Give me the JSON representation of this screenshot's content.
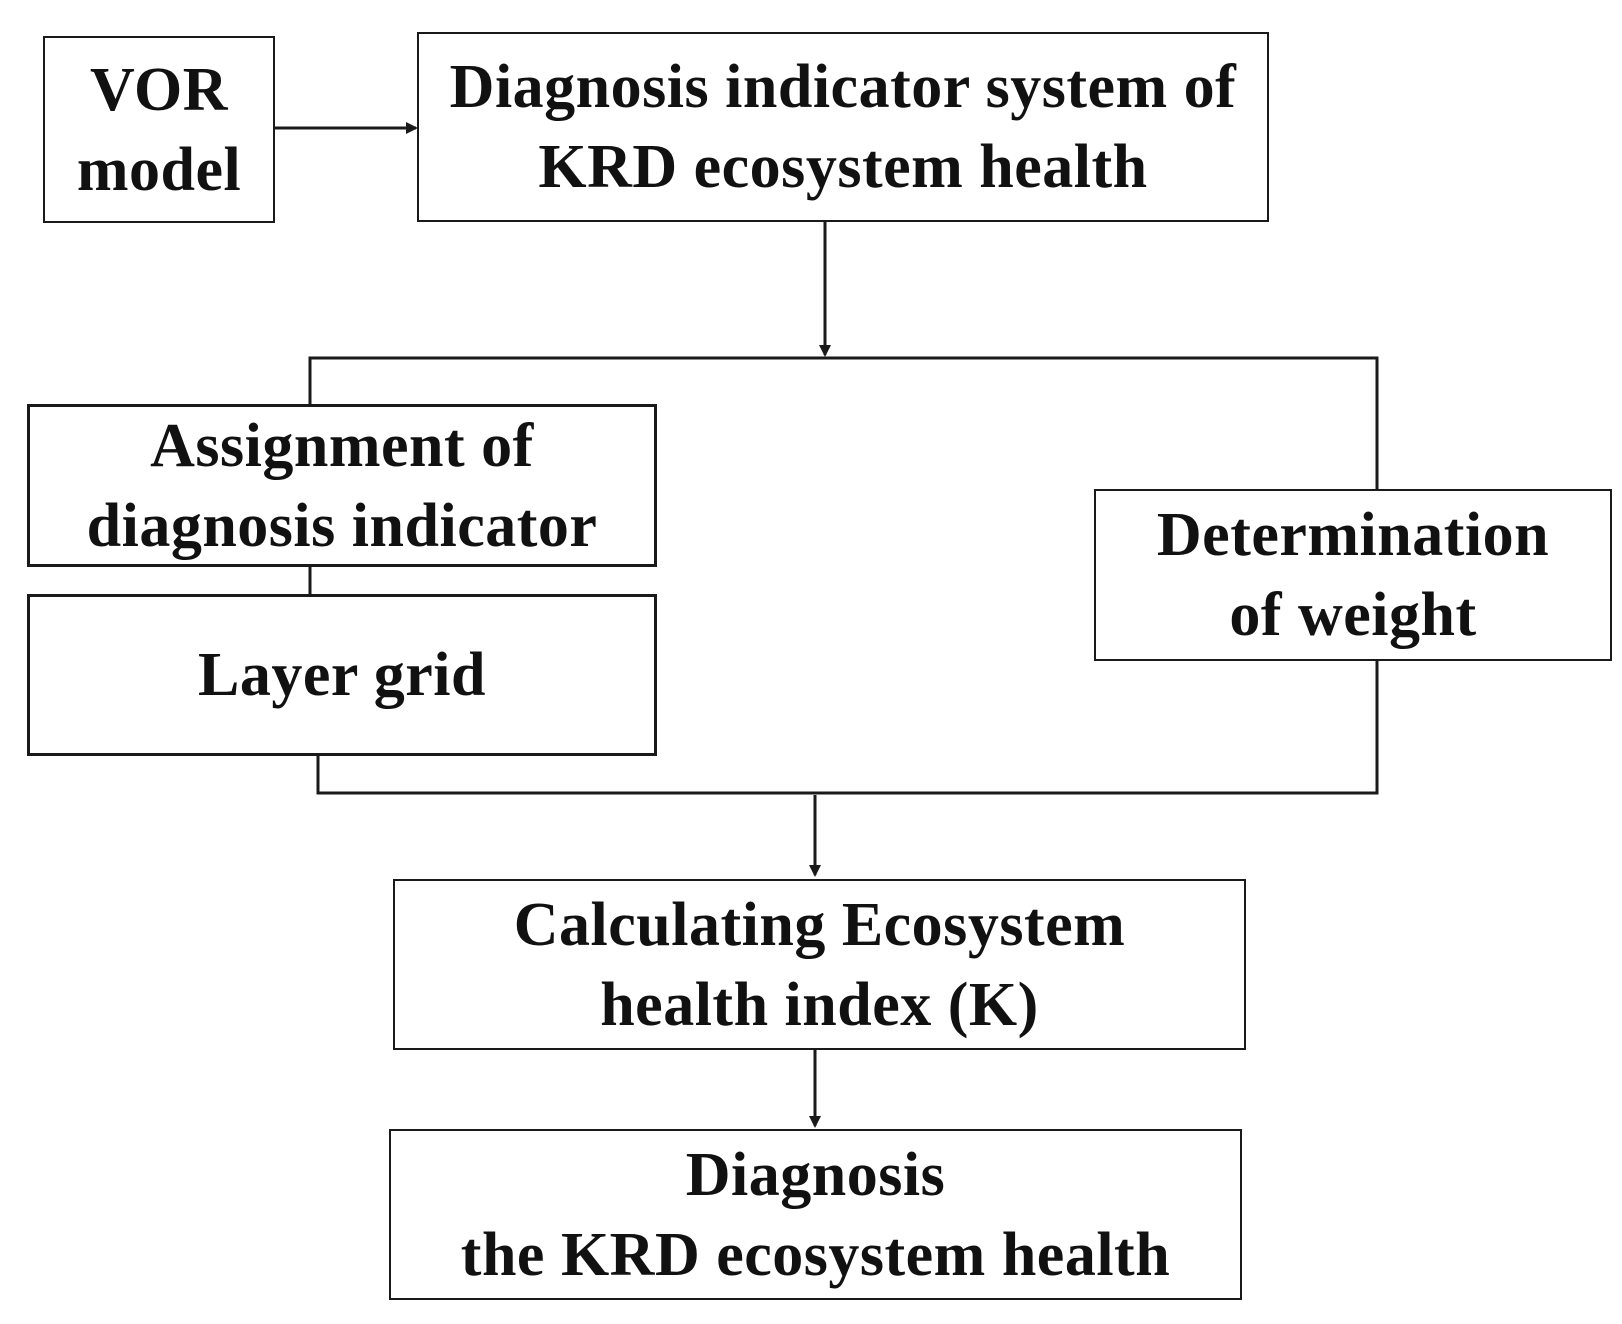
{
  "nodes": {
    "vor_model": {
      "line1": "VOR",
      "line2": "model"
    },
    "indicator_system": {
      "line1": "Diagnosis indicator system of",
      "line2": "KRD ecosystem health"
    },
    "assignment": {
      "line1": "Assignment of",
      "line2": "diagnosis indicator"
    },
    "layer_grid": {
      "line1": "Layer grid"
    },
    "weight": {
      "line1": "Determination",
      "line2": "of weight"
    },
    "calculating": {
      "line1": "Calculating Ecosystem",
      "line2": "health index (K)"
    },
    "diagnosis": {
      "line1": "Diagnosis",
      "line2": "the KRD ecosystem health"
    }
  },
  "colors": {
    "line": "#1a1a1a",
    "background": "#ffffff"
  }
}
